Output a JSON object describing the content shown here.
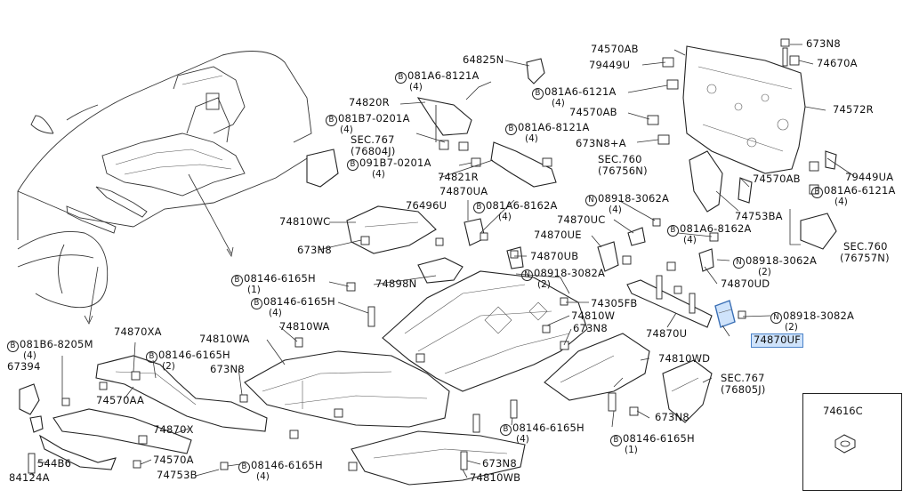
{
  "labels": {
    "p64825N": "64825N",
    "p74570AB_a": "74570AB",
    "p673N8_a": "673N8",
    "p79449U": "79449U",
    "p74670A": "74670A",
    "p081A6_8121A_a": "081A6-8121A",
    "p081A6_8121A_a_q": "(4)",
    "p081A6_6121A_a": "081A6-6121A",
    "p081A6_6121A_a_q": "(4)",
    "p74820R": "74820R",
    "p74570AB_b": "74570AB",
    "p74572R": "74572R",
    "p081B7_0201A_a": "081B7-0201A",
    "p081B7_0201A_a_q": "(4)",
    "p081A6_8121A_b": "081A6-8121A",
    "p081A6_8121A_b_q": "(4)",
    "p673N8A": "673N8+A",
    "pSEC767_a": "SEC.767",
    "pSEC767_a_sub": "(76804J)",
    "p091B7_0201A": "091B7-0201A",
    "p091B7_0201A_q": "(4)",
    "p74821R": "74821R",
    "pSEC760_a": "SEC.760",
    "pSEC760_a_sub": "(76756N)",
    "p79449UA": "79449UA",
    "p74870UA": "74870UA",
    "p74570AB_c": "74570AB",
    "p081A6_6121A_b": "081A6-6121A",
    "p081A6_6121A_b_q": "(4)",
    "p08918_3062A_a": "08918-3062A",
    "p08918_3062A_a_q": "(4)",
    "p76496U": "76496U",
    "p081A6_8162A_a": "081A6-8162A",
    "p081A6_8162A_a_q": "(4)",
    "p74753BA": "74753BA",
    "p74810WC": "74810WC",
    "p74870UC": "74870UC",
    "p74870UE": "74870UE",
    "p081A6_8162A_b": "081A6-8162A",
    "p081A6_8162A_b_q": "(4)",
    "pSEC760_b": "SEC.760",
    "pSEC760_b_sub": "(76757N)",
    "p673N8_b": "673N8",
    "p74870UB": "74870UB",
    "p08918_3062A_b": "08918-3062A",
    "p08918_3062A_b_q": "(2)",
    "p08146_6165H_a": "08146-6165H",
    "p08146_6165H_a_q": "(1)",
    "p08918_3082A_a": "08918-3082A",
    "p08918_3082A_a_q": "(2)",
    "p74870UD": "74870UD",
    "p74898N": "74898N",
    "p74305FB": "74305FB",
    "p08146_6165H_b": "08146-6165H",
    "p08146_6165H_b_q": "(4)",
    "p74810W": "74810W",
    "p08918_3082A_b": "08918-3082A",
    "p08918_3082A_b_q": "(2)",
    "p74810WA_a": "74810WA",
    "p673N8_c": "673N8",
    "p74870U": "74870U",
    "p74870UF": "74870UF",
    "p74870XA": "74870XA",
    "p081B6_8205M": "081B6-8205M",
    "p081B6_8205M_q": "(4)",
    "p74810WA_b": "74810WA",
    "p08146_6165H_c": "08146-6165H",
    "p08146_6165H_c_q": "(2)",
    "p74810WD": "74810WD",
    "p67394": "67394",
    "p673N8_d": "673N8",
    "pSEC767_b": "SEC.767",
    "pSEC767_b_sub": "(76805J)",
    "p74570AA": "74570AA",
    "p673N8_e": "673N8",
    "p74616C": "74616C",
    "p74870X": "74870X",
    "p08146_6165H_d": "08146-6165H",
    "p08146_6165H_d_q": "(4)",
    "p08146_6165H_e": "08146-6165H",
    "p08146_6165H_e_q": "(1)",
    "p74570A": "74570A",
    "p544B6": "544B6",
    "p673N8_f": "673N8",
    "p08146_6165H_f": "08146-6165H",
    "p08146_6165H_f_q": "(4)",
    "p84124A": "84124A",
    "p74753B": "74753B",
    "p74810WB": "74810WB"
  },
  "badges": {
    "bolt": "B",
    "nut": "N"
  },
  "colors": {
    "line": "#222222",
    "highlight_fill": "#cfe3fb",
    "highlight_border": "#4a82c8"
  }
}
